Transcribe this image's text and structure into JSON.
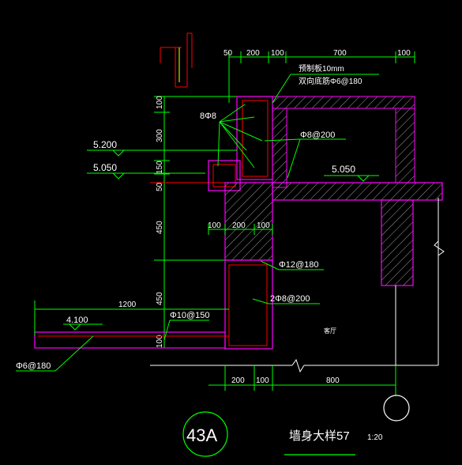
{
  "colors": {
    "background": "#000000",
    "concrete_outline": "#ff00ff",
    "rebar": "#ff0000",
    "dimension": "#00ff00",
    "text": "#ffffff",
    "hatch": "#b0b0b0"
  },
  "top_dims": [
    "50",
    "200",
    "100",
    "700",
    "100"
  ],
  "left_dims": [
    "100",
    "300",
    "150",
    "50",
    "450",
    "450",
    "100"
  ],
  "middle_dims": [
    "100",
    "200",
    "100"
  ],
  "bottom_dims": [
    "200",
    "100",
    "800"
  ],
  "slab_dim": "1200",
  "elevations": {
    "e1": "5.200",
    "e2": "5.050",
    "e3": "5.050",
    "e4": "4.100"
  },
  "rebar_labels": {
    "top_note_1": "预制板10mm",
    "top_note_2": "双向底筋Φ6@180",
    "stirrups_8": "8Φ8",
    "phi8_200": "Φ8@200",
    "phi12_180": "Φ12@180",
    "phi8_200_b": "2Φ8@200",
    "phi10_150": "Φ10@150",
    "phi6_180": "Φ6@180"
  },
  "room_label": "客厅",
  "detail_number": "43A",
  "title": "墙身大样57",
  "scale": "1:20"
}
